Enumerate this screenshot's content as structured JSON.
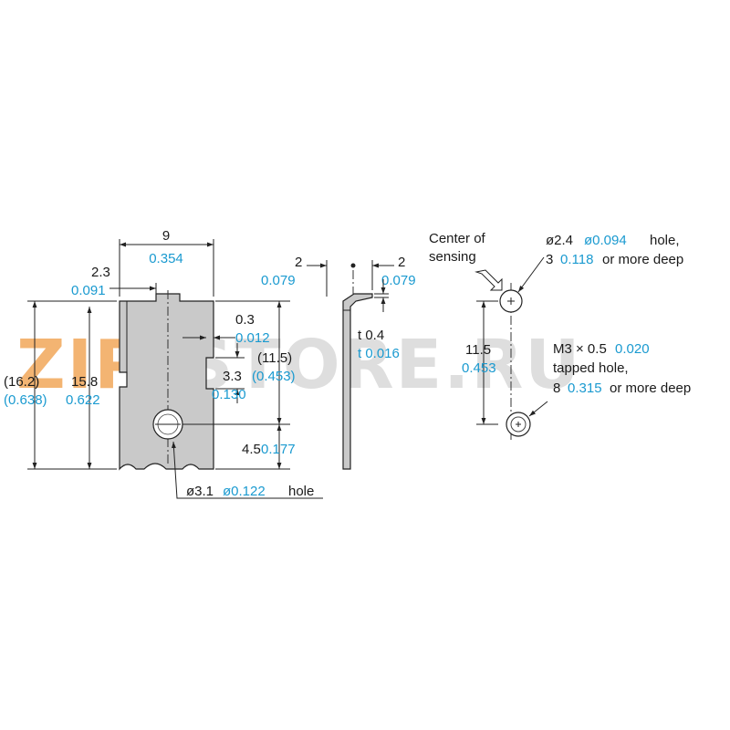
{
  "watermark": {
    "text_zip": "ZIP",
    "text_store": "STORE.RU",
    "color_zip": "#f2a75a",
    "color_store": "#d9d9d9"
  },
  "front_view": {
    "width_mm": "9",
    "width_in": "0.354",
    "notch_offset_mm": "2.3",
    "notch_offset_in": "0.091",
    "overall_height_mm": "(16.2)",
    "overall_height_in": "(0.638)",
    "body_height_mm": "15.8",
    "body_height_in": "0.622",
    "slot_width_mm": "0.3",
    "slot_width_in": "0.012",
    "slot_height_mm": "3.3",
    "slot_height_in": "0.130",
    "sense_height_mm": "(11.5)",
    "sense_height_in": "(0.453)",
    "hole_height_mm": "4.5",
    "hole_height_in": "0.177",
    "hole_prefix": "ø3.1",
    "hole_dia_in": "ø0.122",
    "hole_suffix": "hole"
  },
  "side_view": {
    "left_offset_mm": "2",
    "left_offset_in": "0.079",
    "right_offset_mm": "2",
    "right_offset_in": "0.079",
    "thickness_mm": "t 0.4",
    "thickness_in": "t 0.016"
  },
  "mounting_view": {
    "center_label_1": "Center of",
    "center_label_2": "sensing",
    "top_hole_prefix": "ø2.4",
    "top_hole_dia_in": "ø0.094",
    "top_hole_suffix": "hole,",
    "top_depth_prefix": "3",
    "top_depth_in": "0.118",
    "top_depth_suffix": "or more deep",
    "spacing_mm": "11.5",
    "spacing_in": "0.453",
    "tap_prefix": "M3 × 0.5",
    "tap_pitch_in": "0.020",
    "tap_line2": "tapped hole,",
    "tap_depth_prefix": "8",
    "tap_depth_in": "0.315",
    "tap_depth_suffix": "or more deep"
  }
}
